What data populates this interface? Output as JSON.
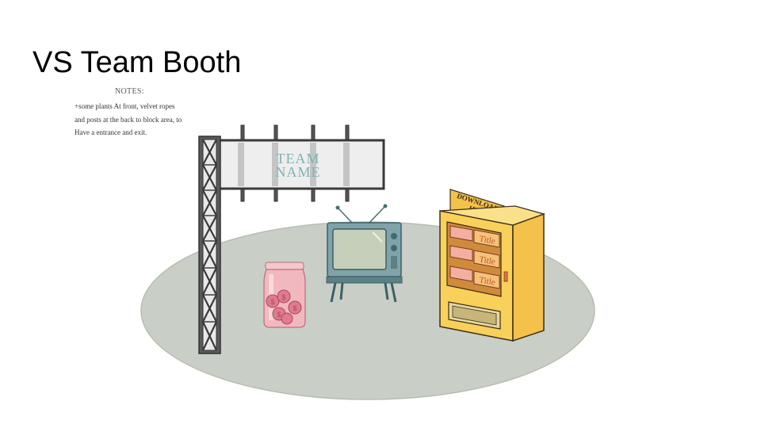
{
  "slide": {
    "title": "VS Team Booth",
    "notes_heading": "NOTES:",
    "notes_body": "+some plants At front, velvet ropes and posts at the back to block area, to Have a entrance and exit."
  },
  "banner": {
    "line1": "TEAM",
    "line2": "NAME"
  },
  "vending_machine": {
    "download_line1": "DOWNLOAD",
    "download_line2": "HERE",
    "slots": [
      "Title",
      "Title",
      "Title"
    ]
  },
  "colors": {
    "floor": "#c9cfc6",
    "truss": "#4a4a4a",
    "banner_text": "#7fb2b5",
    "tv_body": "#7fa3a8",
    "jar": "#f2b8c0",
    "vending_body": "#f9d05a"
  },
  "icons": [
    "tv-icon",
    "coin-jar-icon",
    "vending-machine-icon",
    "truss-sign-icon"
  ]
}
